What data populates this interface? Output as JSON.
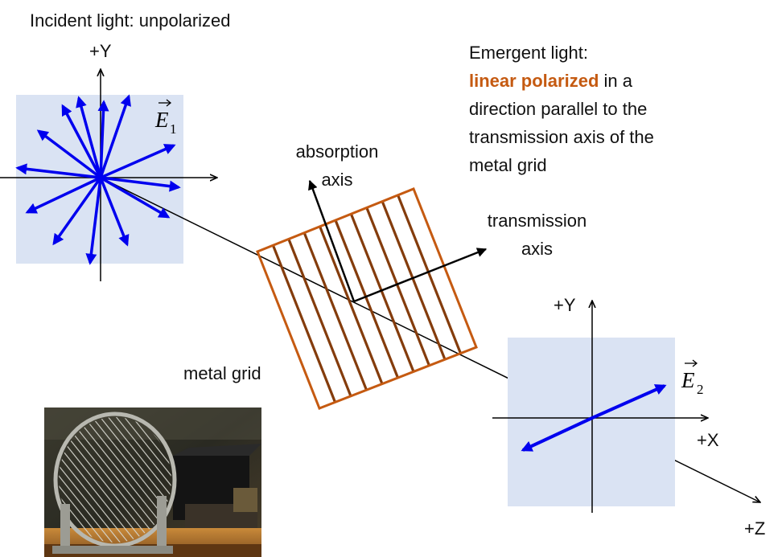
{
  "incident": {
    "label": "Incident light:  unpolarized"
  },
  "emergent": {
    "heading": "Emergent light:",
    "highlight": "linear polarized",
    "line2_rest": " in a",
    "line3": "direction parallel to the",
    "line4": "transmission axis of the",
    "line5": "metal grid"
  },
  "axes_left": {
    "y_label": "+Y"
  },
  "axes_right": {
    "y_label": "+Y",
    "x_label": "+X",
    "z_label": "+Z"
  },
  "fields": {
    "e1": {
      "letter": "E",
      "sub": "1"
    },
    "e2": {
      "letter": "E",
      "sub": "2"
    }
  },
  "grid": {
    "absorption_line1": "absorption",
    "absorption_line2": "axis",
    "transmission_line1": "transmission",
    "transmission_line2": "axis",
    "caption": "metal grid"
  },
  "colors": {
    "panel": "#dae3f3",
    "arrow_blue": "#0000ee",
    "grid_outer": "#c55a11",
    "grid_wire": "#843c0c",
    "highlight_text": "#c55a11",
    "line": "#000000"
  }
}
